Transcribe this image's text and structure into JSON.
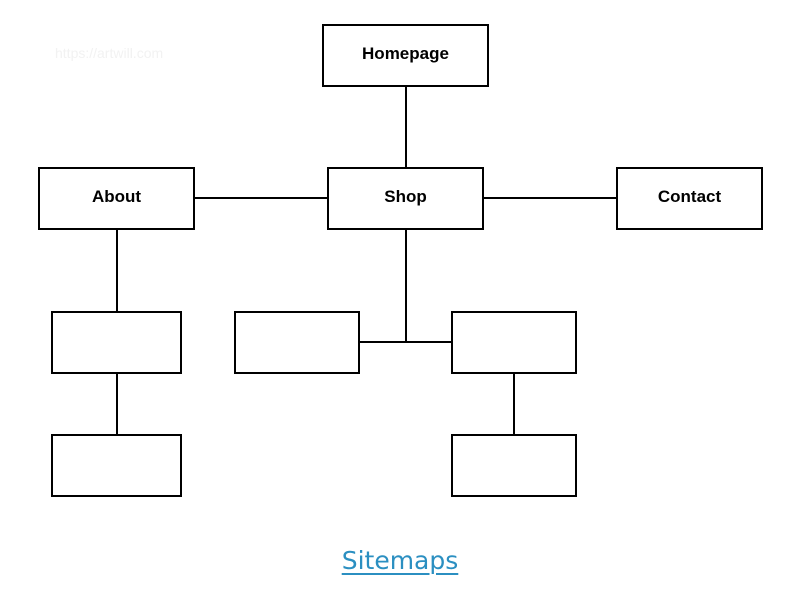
{
  "colors": {
    "background": "#ffffff",
    "box_stroke": "#000000",
    "caption": "#2b8fc1",
    "watermark": "#f2f2f2"
  },
  "watermark": {
    "text": "https://artwill.com"
  },
  "nodes": {
    "homepage": {
      "label": "Homepage"
    },
    "about": {
      "label": "About"
    },
    "shop": {
      "label": "Shop"
    },
    "contact": {
      "label": "Contact"
    },
    "about_child_1": {
      "label": ""
    },
    "about_child_2": {
      "label": ""
    },
    "shop_child_left": {
      "label": ""
    },
    "shop_child_right": {
      "label": ""
    },
    "shop_child_right_sub": {
      "label": ""
    }
  },
  "caption": {
    "text": "Sitemaps"
  }
}
